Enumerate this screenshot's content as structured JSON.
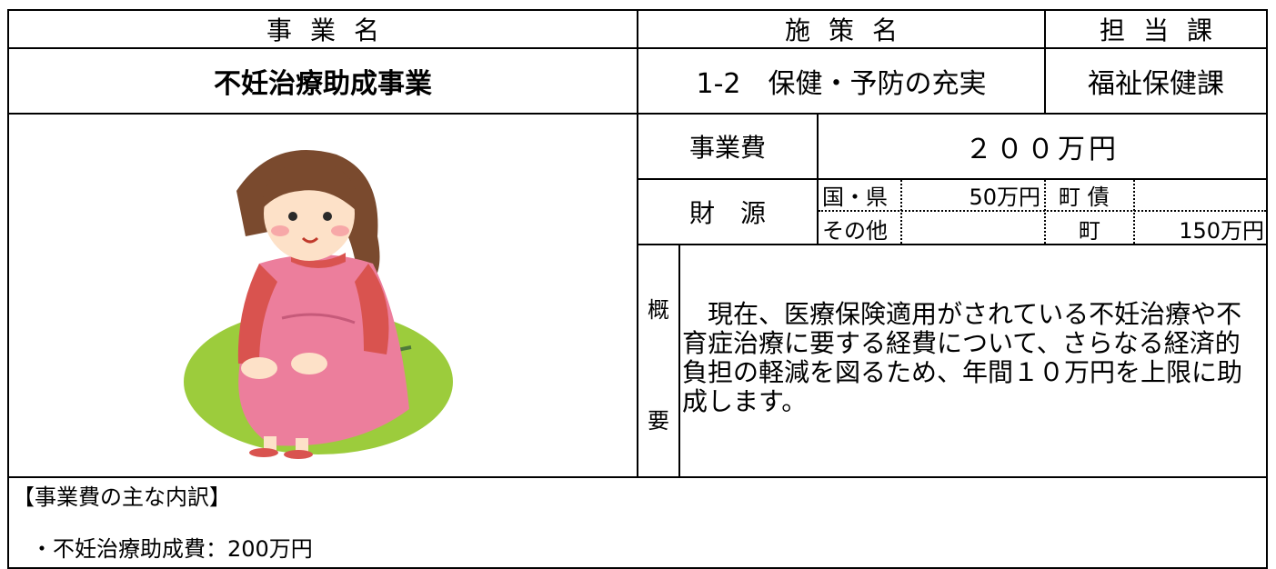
{
  "header": {
    "project_name_label": "事業名",
    "policy_name_label": "施策名",
    "department_label": "担当課"
  },
  "project": {
    "name": "不妊治療助成事業",
    "policy": "1-2　保健・予防の充実",
    "department": "福祉保健課"
  },
  "cost": {
    "label": "事業費",
    "value": "２００万円"
  },
  "funding": {
    "label": "財　源",
    "national_prefectural_label": "国・県",
    "national_prefectural_value": "50万円",
    "town_bond_label": "町 債",
    "town_bond_value": "",
    "other_label": "その他",
    "other_value": "",
    "town_label": "町",
    "town_value": "150万円"
  },
  "summary": {
    "label_top": "概",
    "label_bottom": "要",
    "text": "　現在、医療保険適用がされている不妊治療や不育症治療に要する経費について、さらなる経済的負担の軽減を図るため、年間１０万円を上限に助成します。"
  },
  "breakdown": {
    "title": "【事業費の主な内訳】",
    "items": [
      "・不妊治療助成費：200万円"
    ]
  },
  "illustration": {
    "icon": "pregnant-woman-sitting-icon",
    "colors": {
      "dress": "#ec7e9c",
      "sleeve": "#d9534f",
      "cushion": "#9ccc3c",
      "hair": "#7a4a2e",
      "skin": "#fde1c8"
    }
  }
}
